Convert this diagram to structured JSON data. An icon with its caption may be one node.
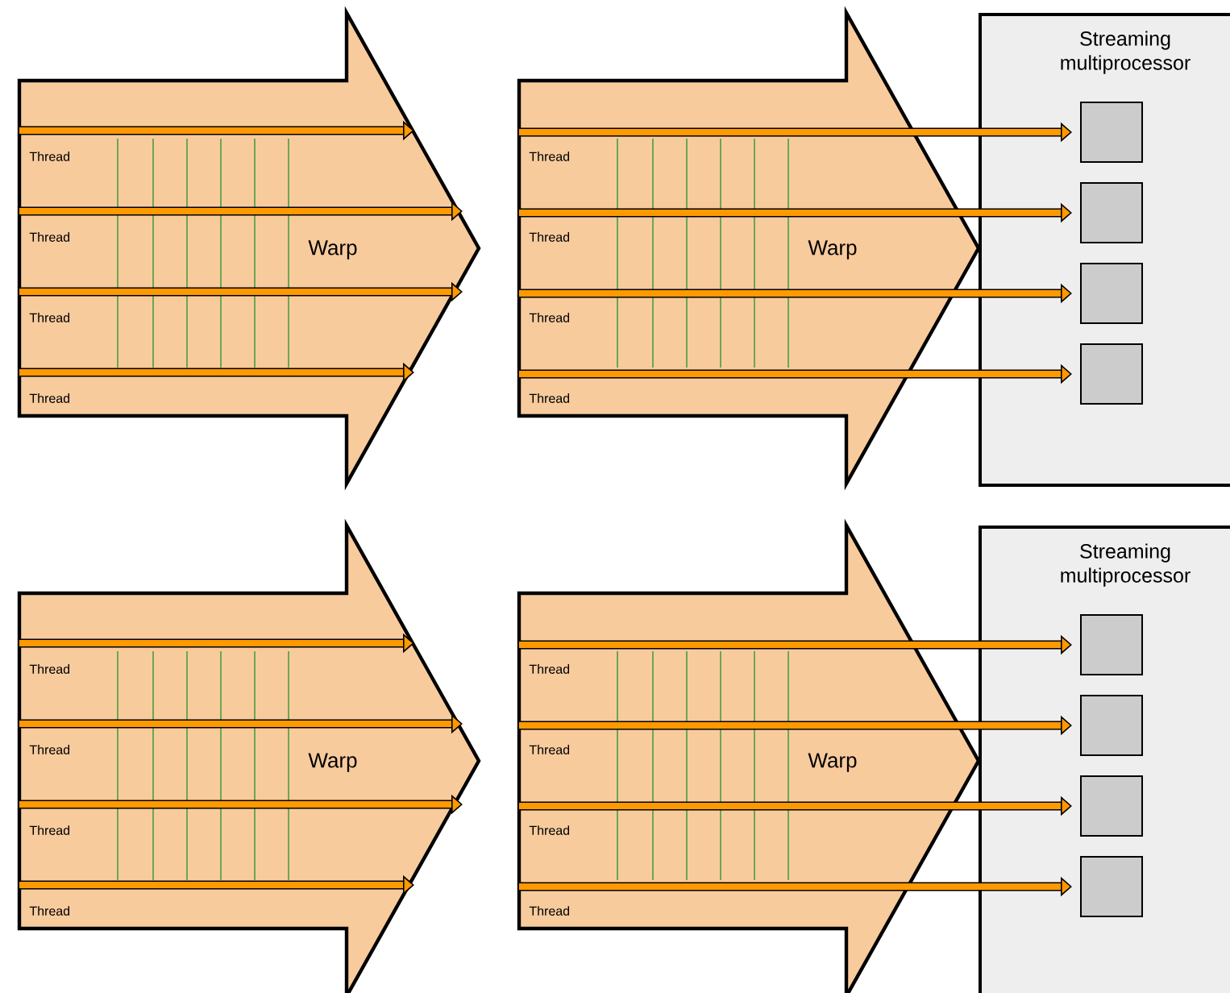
{
  "diagram": {
    "nodes": [
      {
        "text": [
          "Warp",
          "Thread",
          "Thread",
          "Thread",
          "Thread"
        ]
      },
      {
        "text": [
          "Warp",
          "Thread",
          "Thread",
          "Thread",
          "Thread"
        ]
      },
      {
        "text": [
          "Streaming multiprocessor"
        ]
      },
      {
        "text": [],
        "shape": "box",
        "in": 2
      },
      {
        "text": [],
        "shape": "box",
        "in": 2
      },
      {
        "text": [],
        "shape": "box",
        "in": 2
      },
      {
        "text": [],
        "shape": "box",
        "in": 2
      },
      {
        "text": [
          "Warp",
          "Thread",
          "Thread",
          "Thread",
          "Thread"
        ]
      },
      {
        "text": [
          "Warp",
          "Thread",
          "Thread",
          "Thread",
          "Thread"
        ]
      },
      {
        "text": [
          "Streaming multiprocessor"
        ]
      },
      {
        "text": [],
        "shape": "box",
        "in": 9
      },
      {
        "text": [],
        "shape": "box",
        "in": 9
      },
      {
        "text": [],
        "shape": "box",
        "in": 9
      },
      {
        "text": [],
        "shape": "box",
        "in": 9
      }
    ],
    "edges": [
      {
        "from": 1,
        "to": 3,
        "arrow": "to"
      },
      {
        "from": 1,
        "to": 4,
        "arrow": "to"
      },
      {
        "from": 1,
        "to": 5,
        "arrow": "to"
      },
      {
        "from": 1,
        "to": 6,
        "arrow": "to"
      },
      {
        "from": 8,
        "to": 10,
        "arrow": "to"
      },
      {
        "from": 8,
        "to": 11,
        "arrow": "to"
      },
      {
        "from": 8,
        "to": 12,
        "arrow": "to"
      },
      {
        "from": 8,
        "to": 13,
        "arrow": "to"
      }
    ]
  }
}
